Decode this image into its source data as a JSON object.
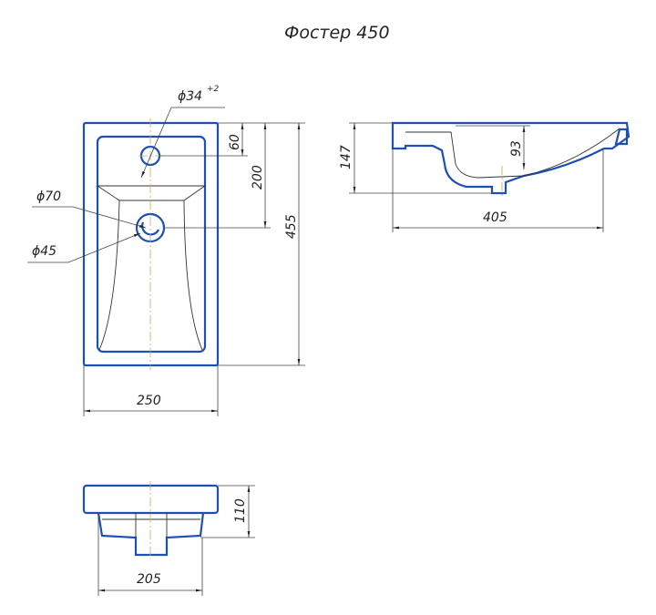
{
  "title": "Фостер 450",
  "top_view": {
    "tap_hole": "ϕ34",
    "tap_hole_tolerance": "+2",
    "outer_drain": "ϕ70",
    "inner_drain": "ϕ45",
    "dim_tap_offset": "60",
    "dim_drain_offset": "200",
    "dim_length": "455",
    "dim_width": "250"
  },
  "side_view": {
    "dim_height": "147",
    "dim_bowl_depth": "93",
    "dim_length": "405"
  },
  "front_view": {
    "dim_height": "110",
    "dim_width": "205"
  },
  "colors": {
    "outline": "#1d4fb5",
    "centerline": "#d4a060"
  }
}
